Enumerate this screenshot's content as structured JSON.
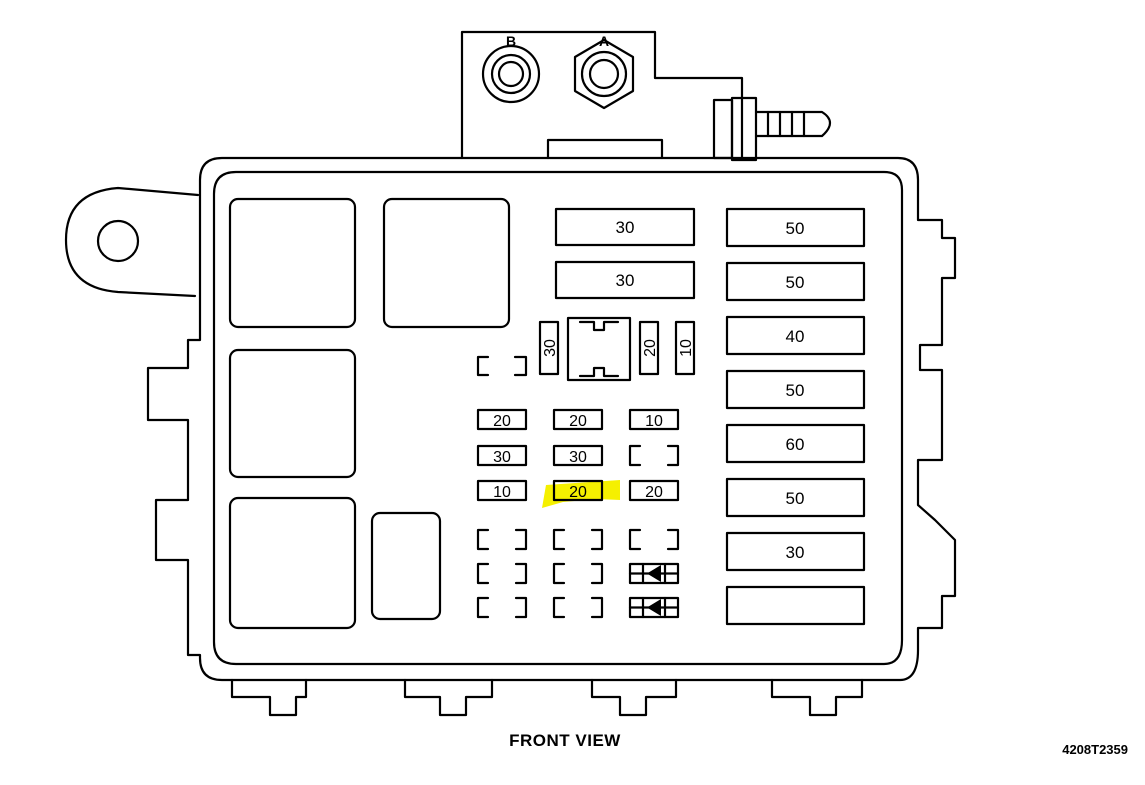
{
  "caption": "FRONT VIEW",
  "figure_code": "4208T2359",
  "terminals": {
    "b": "B",
    "a": "A"
  },
  "large_fuses": [
    "30",
    "30",
    "50",
    "50",
    "40",
    "50",
    "60",
    "50",
    "30"
  ],
  "vertical_fuses": [
    "30",
    "20",
    "10"
  ],
  "mini_fuses": [
    "20",
    "20",
    "10",
    "30",
    "30",
    "10",
    "20",
    "20"
  ],
  "highlight_color": "#f5f000"
}
